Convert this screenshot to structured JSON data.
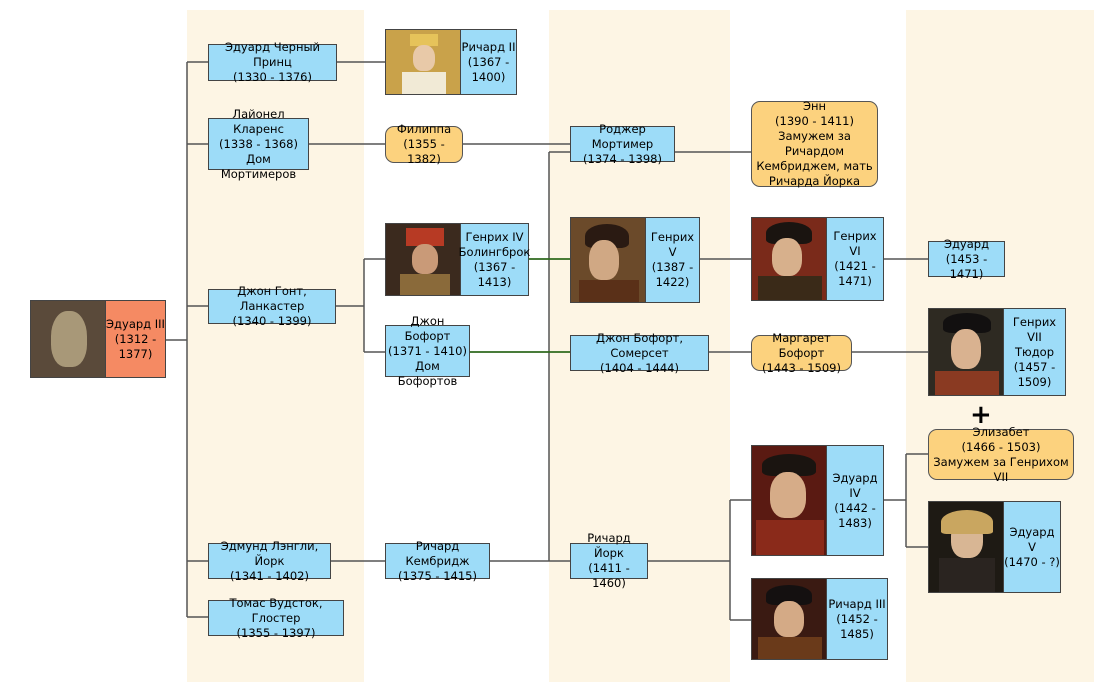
{
  "people": {
    "edward3": "Эдуард III\n(1312 -\n1377)",
    "black_prince": "Эдуард Черный Принц\n(1330 - 1376)",
    "lionel": "Лайонел Кларенс\n(1338 - 1368)\nДом Мортимеров",
    "john_gaunt": "Джон Гонт, Ланкастер\n(1340 - 1399)",
    "edmund": "Эдмунд Лэнгли, Йорк\n(1341 - 1402)",
    "thomas": "Томас Вудсток, Глостер\n(1355 - 1397)",
    "richard2": "Ричард II\n(1367 -\n1400)",
    "philippa": "Филиппа\n(1355 - 1382)",
    "henry4": "Генрих IV\nБолингброк\n(1367 -\n1413)",
    "john_beaufort": "Джон Бофорт\n(1371 - 1410)\nДом Бофортов",
    "richard_cambridge": "Ричард Кембридж\n(1375 - 1415)",
    "roger_mortimer": "Роджер Мортимер\n(1374 - 1398)",
    "henry5": "Генрих V\n(1387 -\n1422)",
    "john_beaufort_somerset": "Джон Бофорт, Сомерсет\n(1404 - 1444)",
    "richard_york": "Ричард Йорк\n(1411 - 1460)",
    "anne": "Энн\n(1390 - 1411)\nЗамужем за Ричардом\nКембриджем, мать\nРичарда Йорка",
    "henry6": "Генрих VI\n(1421 -\n1471)",
    "margaret_beaufort": "Маргарет Бофорт\n(1443 - 1509)",
    "edward4": "Эдуард IV\n(1442 -\n1483)",
    "richard3": "Ричард III\n(1452 -\n1485)",
    "edward_son_h6": "Эдуард\n(1453 - 1471)",
    "henry7": "Генрих VII\nТюдор\n(1457 -\n1509)",
    "elizabeth": "Элизабет\n(1466 - 1503)\nЗамужем за Генрихом VII",
    "edward5": "Эдуард V\n(1470 - ?)"
  },
  "plus_sign": "+",
  "colors": {
    "band": "#fdf5e4",
    "male_box": "#9ddcf8",
    "female_box": "#fcd27e",
    "root_box": "#f58a63",
    "line": "#555555",
    "green_line": "#2f6a1e"
  }
}
